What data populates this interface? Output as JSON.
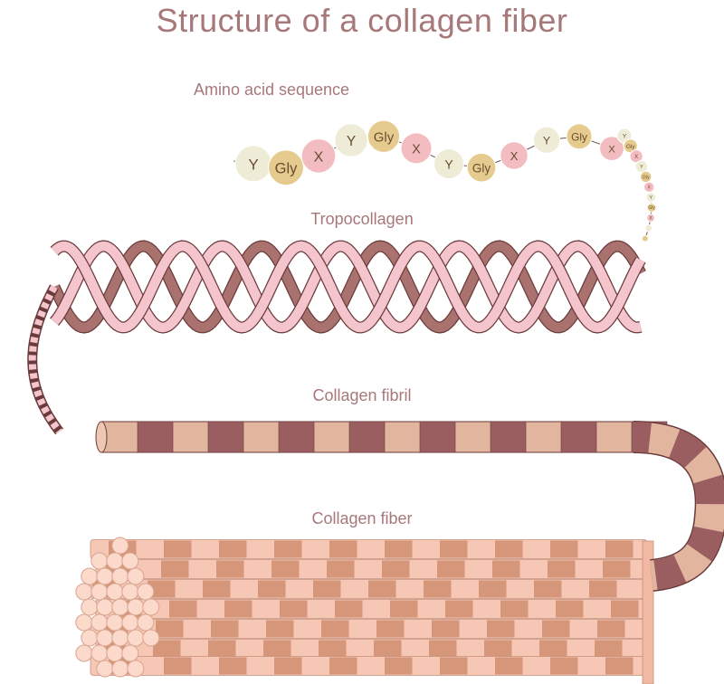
{
  "title": "Structure of a collagen fiber",
  "labels": {
    "amino_acid_sequence": "Amino acid sequence",
    "tropocollagen": "Tropocollagen",
    "collagen_fibril": "Collagen fibril",
    "collagen_fiber": "Collagen fiber"
  },
  "amino_acids": [
    "Y",
    "Gly",
    "X",
    "Y",
    "Gly",
    "X",
    "Y",
    "Gly",
    "X",
    "Y",
    "Gly",
    "X",
    "Y",
    "Gly",
    "X",
    "Y",
    "Gly",
    "X",
    "Y",
    "Gly",
    "X",
    "Y",
    "Gly"
  ],
  "colors": {
    "title_text": "#a7787a",
    "gly": "#e5cb8d",
    "x_residue": "#f3bcc0",
    "y_residue": "#eeebd6",
    "strand_light": "#f5c5cd",
    "strand_dark": "#a9726f",
    "fibril_light": "#e2b59e",
    "fibril_dark": "#9b5e60",
    "fiber_light": "#f6c7b5",
    "fiber_dark": "#d59679",
    "outline": "#6b3b3b"
  }
}
